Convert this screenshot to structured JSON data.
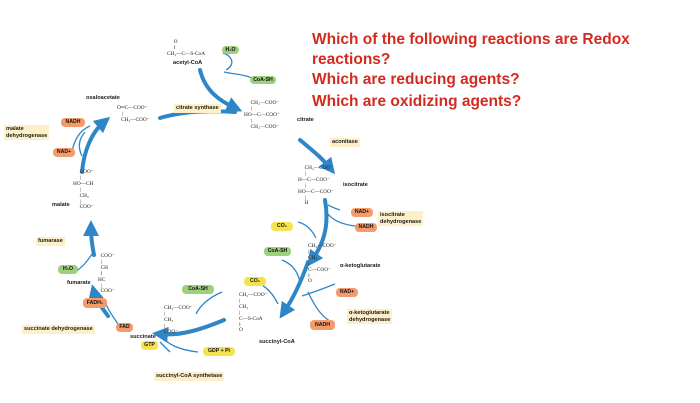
{
  "questions": [
    "Which of the following reactions are Redox",
    "reactions?",
    "Which are reducing agents?",
    "Which are oxidizing agents?"
  ],
  "cycle": {
    "acetyl_coa": {
      "name": "acetyl-CoA",
      "structure": "     O\n     ‖\nCH₃—C—S-CoA"
    },
    "h2o_top": "H₂O",
    "coa_sh_top": "CoA-SH",
    "oxaloacetate": {
      "name": "oxaloacetate",
      "structure": "O═C—COO⁻\n    |\n   CH₂—COO⁻"
    },
    "citrate_synthase": "citrate synthase",
    "citrate": {
      "name": "citrate",
      "structure": "     CH₂—COO⁻\n     |\nHO—C—COO⁻\n     |\n     CH₂—COO⁻"
    },
    "aconitase": "aconitase",
    "isocitrate": {
      "name": "isocitrate",
      "structure": "     CH₂—COO⁻\n     |\nH—C—COO⁻\n     |\nHO—C—COO⁻\n     |\n     H"
    },
    "isocitrate_dehydrogenase": {
      "nad": "NAD+",
      "nadh": "NADH",
      "co2": "CO₂",
      "enzyme": "isocitrate\ndehydrogenase"
    },
    "ketoglutarate": {
      "name": "α-ketoglutarate",
      "structure": "CH₂—COO⁻\n|\nCH₂\n|\nC—COO⁻\n‖\nO"
    },
    "coa_sh_mid": "CoA-SH",
    "ketoglutarate_dehydrogenase": {
      "co2": "CO₂",
      "nad": "NAD+",
      "nadh": "NADH",
      "enzyme": "α-ketoglutarate\ndehydrogenase"
    },
    "succinyl_coa": {
      "name": "succinyl-CoA",
      "structure": "CH₂—COO⁻\n|\nCH₂\n|\nC—S-CoA\n‖\nO"
    },
    "succinyl_coa_synthetase": {
      "coa_sh": "CoA-SH",
      "gdp": "GDP + Pi",
      "gtp": "GTP",
      "enzyme": "succinyl-CoA synthetase"
    },
    "succinate": {
      "name": "succinate",
      "structure": "CH₂—COO⁻\n|\nCH₂\n|\nCOO⁻"
    },
    "succinate_dehydrogenase": {
      "fad": "FAD",
      "fadh2": "FADH₂",
      "enzyme": "succinate dehydrogenase"
    },
    "fumarate": {
      "name": "fumarate",
      "structure": "  COO⁻\n  |\n  CH\n  ‖\nHC\n  |\n  COO⁻"
    },
    "fumarase": {
      "enzyme": "fumarase",
      "h2o": "H₂O"
    },
    "malate": {
      "name": "malate",
      "structure": "     COO⁻\n     |\nHO—CH\n     |\n     CH₂\n     |\n     COO⁻"
    },
    "malate_dehydrogenase": {
      "enzyme": "malate\ndehydrogenase",
      "nadh": "NADH",
      "nad": "NAD+"
    }
  },
  "colors": {
    "question": "#d42a20",
    "arrow": "#2f86c6",
    "orange": "#f39b6d",
    "green": "#9bd17c",
    "yellow": "#f5e34d",
    "label_bg": "#fdf0c8"
  }
}
